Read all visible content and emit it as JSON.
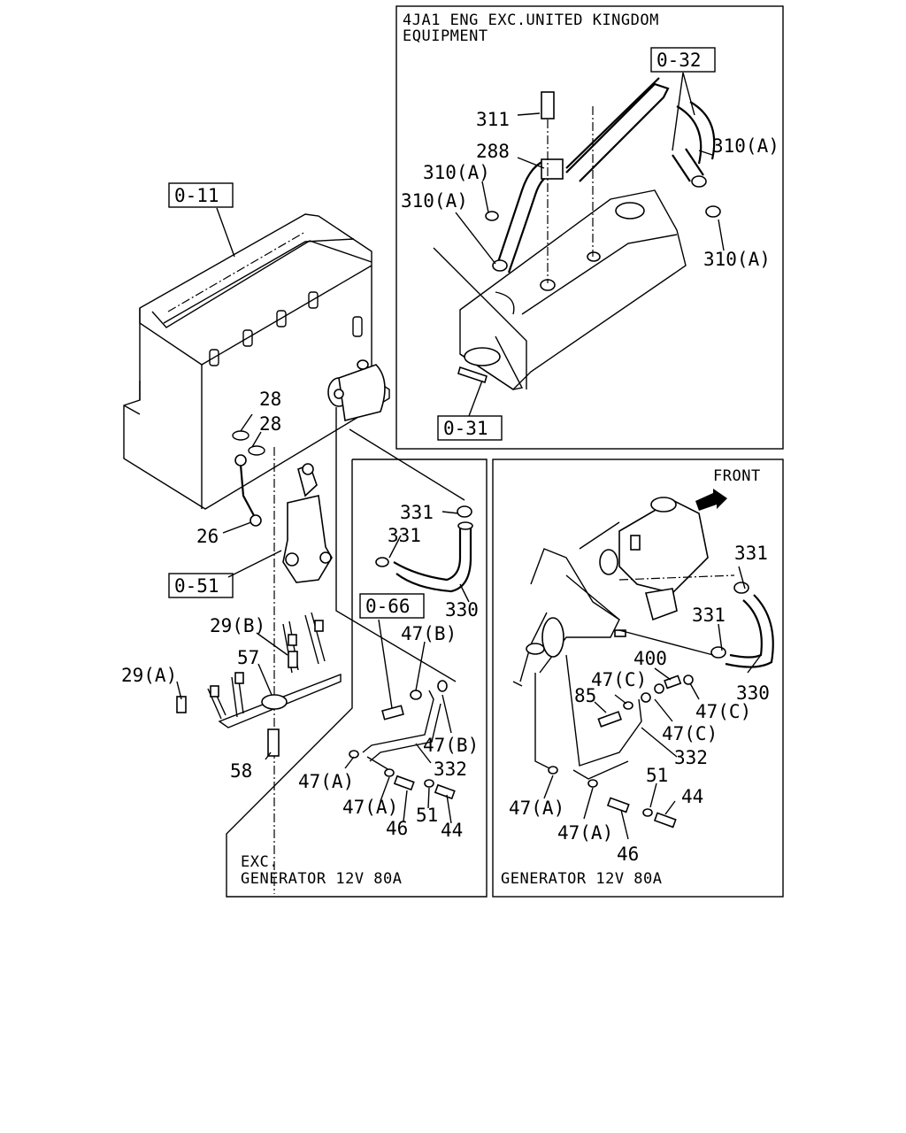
{
  "panels": {
    "top_right": {
      "caption_line1": "4JA1 ENG EXC.UNITED KINGDOM",
      "caption_line2": "EQUIPMENT"
    },
    "bottom_middle": {
      "caption_line1": "EXC.",
      "caption_line2": "GENERATOR 12V 80A"
    },
    "bottom_right": {
      "caption": "GENERATOR 12V 80A",
      "front_label": "FRONT"
    }
  },
  "refs": {
    "r011": "0-11",
    "r032": "0-32",
    "r031": "0-31",
    "r051": "0-51",
    "r066": "0-66"
  },
  "callouts": {
    "c311": "311",
    "c288": "288",
    "c310a_1": "310(A)",
    "c310a_2": "310(A)",
    "c310a_3": "310(A)",
    "c310a_4": "310(A)",
    "c28_1": "28",
    "c28_2": "28",
    "c26": "26",
    "c29b": "29(B)",
    "c29a": "29(A)",
    "c57": "57",
    "c58": "58",
    "m331_1": "331",
    "m331_2": "331",
    "m330": "330",
    "m47b_1": "47(B)",
    "m47b_2": "47(B)",
    "m332": "332",
    "m47a_1": "47(A)",
    "m47a_2": "47(A)",
    "m46": "46",
    "m51": "51",
    "m44": "44",
    "r331_1": "331",
    "r331_2": "331",
    "r330": "330",
    "r400": "400",
    "r47c_1": "47(C)",
    "r47c_2": "47(C)",
    "r47c_3": "47(C)",
    "r85": "85",
    "r332": "332",
    "r51": "51",
    "r44": "44",
    "r47a_1": "47(A)",
    "r47a_2": "47(A)",
    "r46": "46"
  },
  "icons": {
    "front_arrow": "front-arrow-icon"
  }
}
